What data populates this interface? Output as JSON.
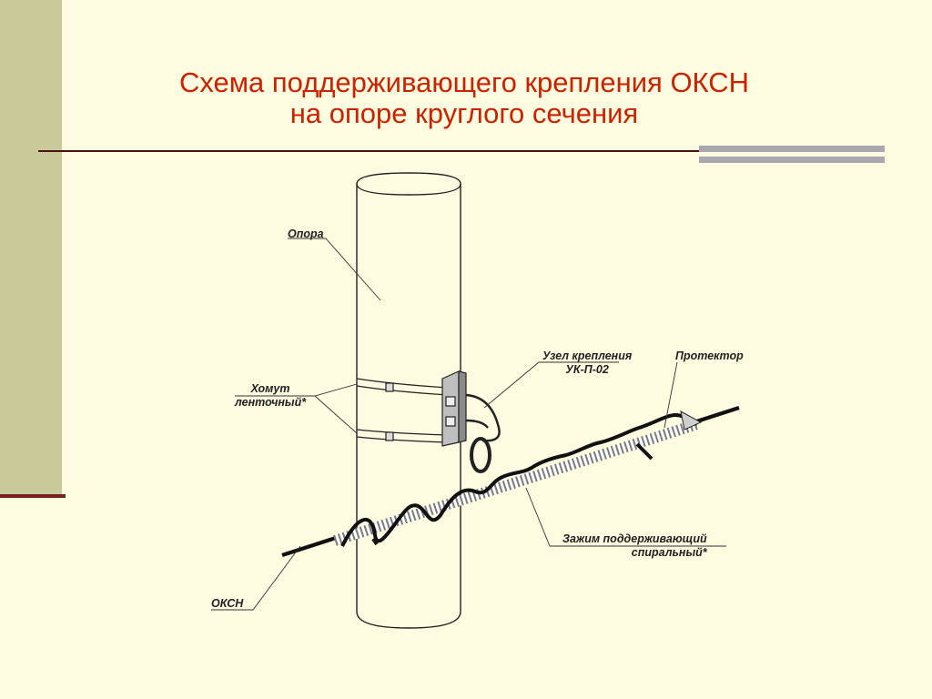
{
  "slide": {
    "title_line1": "Схема поддерживающего крепления  ОКСН",
    "title_line2": "на опоре круглого сечения"
  },
  "labels": {
    "opora": "Опора",
    "khomut_line1": "Хомут",
    "khomut_line2": "ленточный*",
    "uzel_line1": "Узел крепления",
    "uzel_line2": "УК-П-02",
    "protektor": "Протектор",
    "zazhim_line1": "Зажим поддерживающий",
    "zazhim_line2": "спиральный*",
    "oksn": "ОКСН"
  },
  "colors": {
    "background": "#fdfbe0",
    "sidebar": "#cac99a",
    "title": "#cc2200",
    "rule": "#4a1313",
    "rule_accent": "#a9a8b0"
  }
}
